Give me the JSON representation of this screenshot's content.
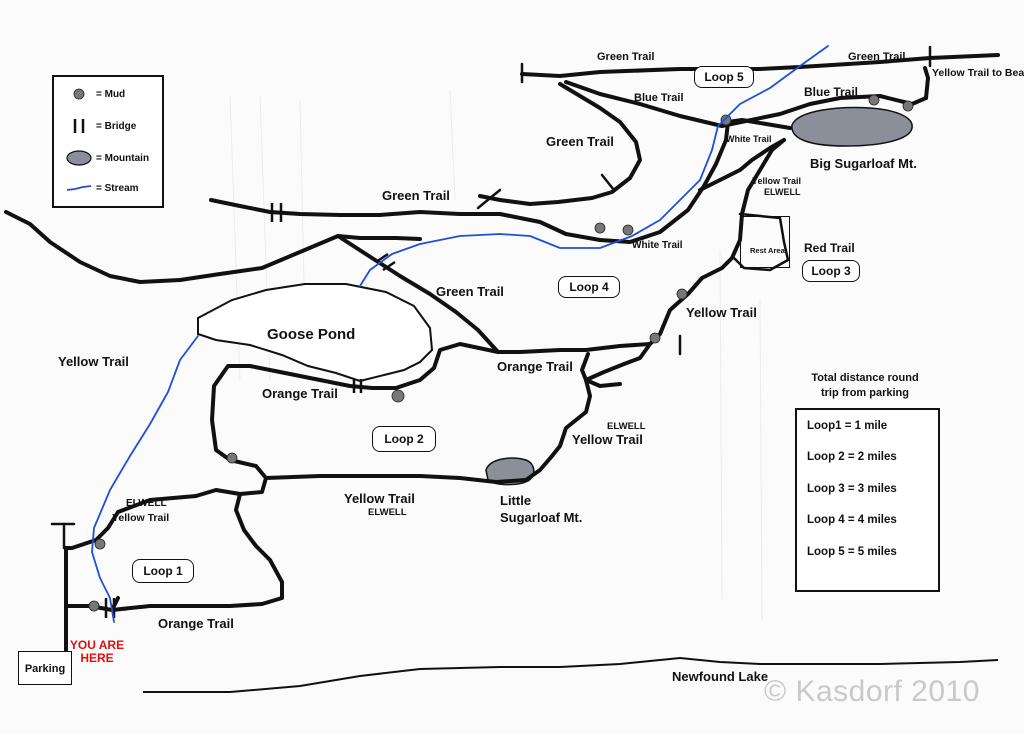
{
  "labels": {
    "green_trail_top_left": "Green Trail",
    "green_trail_top_right": "Green Trail",
    "green_trail_mid": "Green Trail",
    "green_trail_left": "Green Trail",
    "green_trail_center": "Green Trail",
    "blue_trail_top": "Blue Trail",
    "blue_trail_right": "Blue Trail",
    "yellow_trail_bear": "Yellow Trail to Bear Mt.",
    "white_trail_top": "White Trail",
    "white_trail_mid": "White Trail",
    "big_sugarloaf": "Big Sugarloaf Mt.",
    "yellow_trail_elwell_top": "Yellow Trail",
    "elwell_top": "ELWELL",
    "rest_area": "Rest Area",
    "red_trail": "Red Trail",
    "yellow_trail_mid": "Yellow Trail",
    "goose_pond": "Goose Pond",
    "yellow_trail_left": "Yellow Trail",
    "orange_trail_center": "Orange Trail",
    "orange_trail_left": "Orange Trail",
    "elwell_mid": "ELWELL",
    "yellow_trail_elwell_mid": "Yellow Trail",
    "little_sugarloaf_1": "Little",
    "little_sugarloaf_2": "Sugarloaf Mt.",
    "yellow_trail_bottom": "Yellow Trail",
    "elwell_bottom": "ELWELL",
    "elwell_left": "ELWELL",
    "yellow_trail_elwell_left": "Yellow Trail",
    "orange_trail_bottom": "Orange Trail",
    "newfound_lake": "Newfound Lake"
  },
  "loops": {
    "loop1": "Loop 1",
    "loop2": "Loop 2",
    "loop3": "Loop 3",
    "loop4": "Loop 4",
    "loop5": "Loop 5"
  },
  "legend": {
    "mud": "= Mud",
    "bridge": "= Bridge",
    "mountain": "= Mountain",
    "stream": "= Stream"
  },
  "distance": {
    "title_line1": "Total distance round",
    "title_line2": "trip from parking",
    "items": [
      "Loop1 = 1 mile",
      "Loop 2 = 2 miles",
      "Loop 3 = 3 miles",
      "Loop 4 = 4 miles",
      "Loop 5 = 5  miles"
    ]
  },
  "parking": "Parking",
  "you_are_here_1": "YOU ARE",
  "you_are_here_2": "HERE",
  "watermark": "© Kasdorf 2010",
  "colors": {
    "trail": "#111111",
    "stream": "#1f4fd6",
    "mountain": "#8a8f99",
    "here": "#e01010"
  }
}
